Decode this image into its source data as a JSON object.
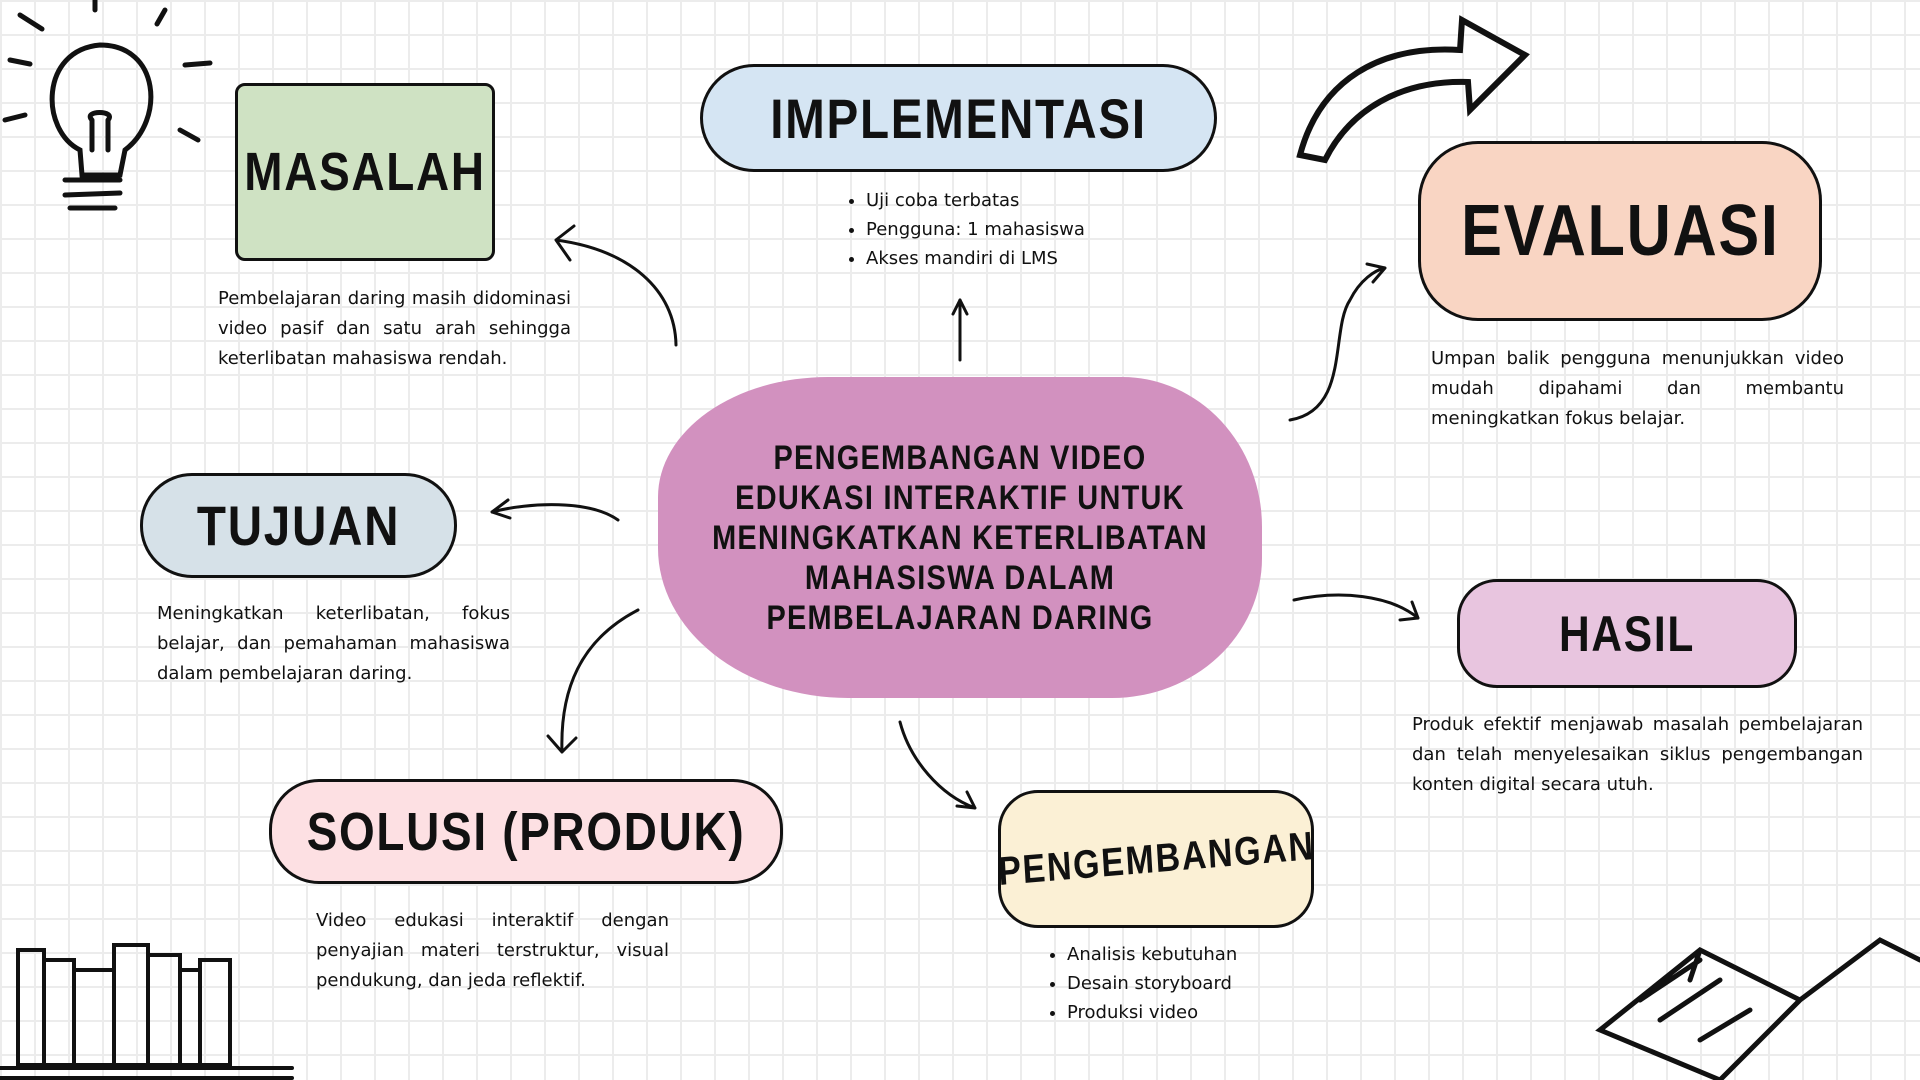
{
  "center": {
    "title": "PENGEMBANGAN VIDEO EDUKASI INTERAKTIF UNTUK MENINGKATKAN KETERLIBATAN MAHASISWA DALAM PEMBELAJARAN DARING"
  },
  "masalah": {
    "title": "MASALAH",
    "text": "Pembelajaran daring masih didominasi video pasif dan satu arah sehingga keterlibatan mahasiswa rendah."
  },
  "implementasi": {
    "title": "IMPLEMENTASI",
    "items": [
      "Uji coba terbatas",
      "Pengguna: 1 mahasiswa",
      "Akses mandiri di LMS"
    ]
  },
  "evaluasi": {
    "title": "EVALUASI",
    "text": "Umpan balik pengguna menunjukkan video mudah dipahami dan membantu meningkatkan fokus belajar."
  },
  "tujuan": {
    "title": "TUJUAN",
    "text": "Meningkatkan keterlibatan, fokus belajar, dan pemahaman mahasiswa dalam pembelajaran daring."
  },
  "hasil": {
    "title": "HASIL",
    "text": "Produk efektif menjawab masalah pembelajaran dan telah menyelesaikan siklus pengembangan konten digital secara utuh."
  },
  "solusi": {
    "title": "SOLUSI (PRODUK)",
    "text": "Video edukasi interaktif dengan penyajian materi terstruktur, visual pendukung, dan jeda reflektif."
  },
  "pengembangan": {
    "title": "PENGEMBANGAN",
    "items": [
      "Analisis kebutuhan",
      "Desain storyboard",
      "Produksi video"
    ]
  },
  "colors": {
    "masalah": "#cfe2c3",
    "implementasi": "#d5e5f3",
    "evaluasi": "#f9d5c3",
    "center": "#d291bf",
    "tujuan": "#d6e1e8",
    "hasil": "#e8c5df",
    "solusi": "#fde0e3",
    "pengembangan": "#fbf0d5"
  }
}
